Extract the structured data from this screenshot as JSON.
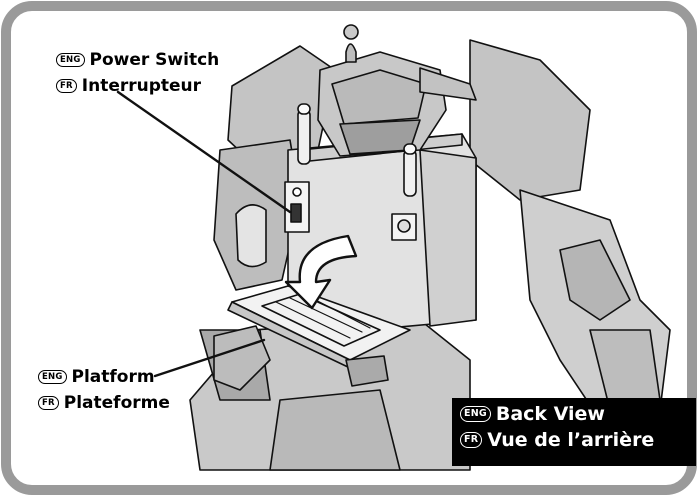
{
  "callouts": {
    "power_switch": {
      "lang_en": "ENG",
      "text_en": "Power Switch",
      "lang_fr": "FR",
      "text_fr": "Interrupteur"
    },
    "platform": {
      "lang_en": "ENG",
      "text_en": "Platform",
      "lang_fr": "FR",
      "text_fr": "Plateforme"
    }
  },
  "view_caption": {
    "lang_en": "ENG",
    "text_en": "Back View",
    "lang_fr": "FR",
    "text_fr": "Vue de l’arrière"
  },
  "colors": {
    "frame": "#9a9a9a",
    "robot_fill": "#d9d9d9",
    "robot_dark": "#a8a8a8",
    "outline": "#111111",
    "caption_bg": "#000000"
  }
}
